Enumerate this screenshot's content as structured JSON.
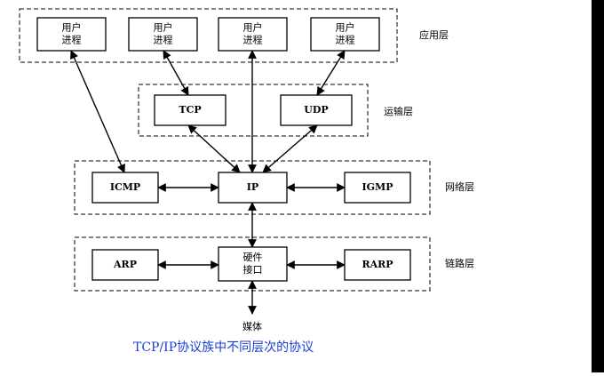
{
  "layers": [
    {
      "id": "application",
      "label": "应用层"
    },
    {
      "id": "transport",
      "label": "运输层"
    },
    {
      "id": "network",
      "label": "网络层"
    },
    {
      "id": "link",
      "label": "链路层"
    }
  ],
  "nodes": [
    {
      "id": "proc1",
      "lines": [
        "用户",
        "进程"
      ]
    },
    {
      "id": "proc2",
      "lines": [
        "用户",
        "进程"
      ]
    },
    {
      "id": "proc3",
      "lines": [
        "用户",
        "进程"
      ]
    },
    {
      "id": "proc4",
      "lines": [
        "用户",
        "进程"
      ]
    },
    {
      "id": "tcp",
      "lines": [
        "TCP"
      ]
    },
    {
      "id": "udp",
      "lines": [
        "UDP"
      ]
    },
    {
      "id": "icmp",
      "lines": [
        "ICMP"
      ]
    },
    {
      "id": "ip",
      "lines": [
        "IP"
      ]
    },
    {
      "id": "igmp",
      "lines": [
        "IGMP"
      ]
    },
    {
      "id": "arp",
      "lines": [
        "ARP"
      ]
    },
    {
      "id": "hw",
      "lines": [
        "硬件",
        "接口"
      ]
    },
    {
      "id": "rarp",
      "lines": [
        "RARP"
      ]
    }
  ],
  "edges": [
    {
      "from": "proc1",
      "to": "icmp"
    },
    {
      "from": "proc2",
      "to": "tcp"
    },
    {
      "from": "proc3",
      "to": "ip"
    },
    {
      "from": "proc4",
      "to": "udp"
    },
    {
      "from": "tcp",
      "to": "ip"
    },
    {
      "from": "udp",
      "to": "ip"
    },
    {
      "from": "icmp",
      "to": "ip"
    },
    {
      "from": "ip",
      "to": "igmp"
    },
    {
      "from": "ip",
      "to": "hw"
    },
    {
      "from": "arp",
      "to": "hw"
    },
    {
      "from": "hw",
      "to": "rarp"
    },
    {
      "from": "hw",
      "to": "medium"
    }
  ],
  "medium_label": "媒体",
  "caption": "TCP/IP协议族中不同层次的协议"
}
